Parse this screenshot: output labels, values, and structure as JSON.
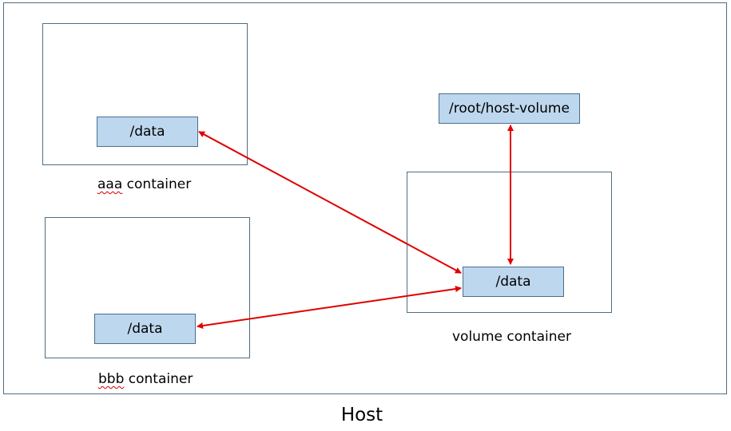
{
  "host": {
    "label": "Host"
  },
  "containers": {
    "aaa": {
      "name_prefix": "aaa",
      "name_suffix": " container",
      "mount": "/data"
    },
    "bbb": {
      "name_prefix": "bbb",
      "name_suffix": " container",
      "mount": "/data"
    },
    "volume": {
      "name": "volume container",
      "mount": "/data"
    }
  },
  "host_volume": {
    "path": "/root/host-volume"
  },
  "colors": {
    "arrow": "#e00000",
    "data_fill": "#bdd7ee",
    "border": "#4f6d80"
  }
}
